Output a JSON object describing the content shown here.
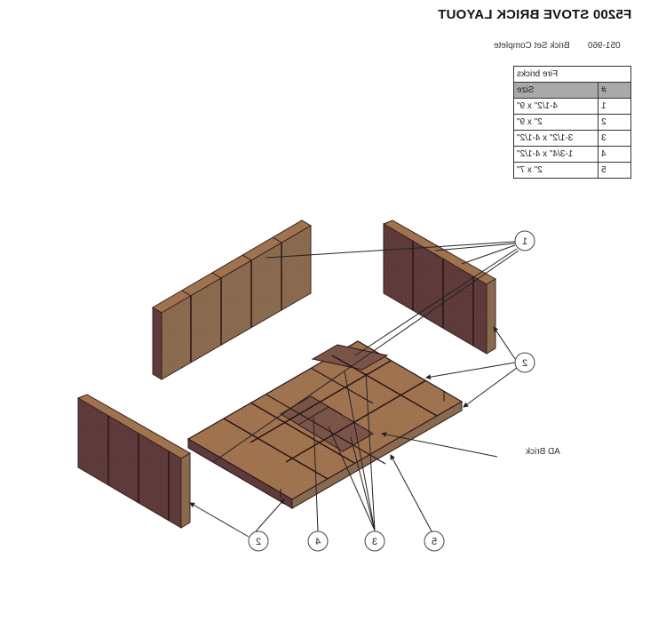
{
  "header": {
    "title": "F5200 STOVE BRICK LAYOUT",
    "part_number": "051-960",
    "part_description": "Brick Set Complete"
  },
  "table": {
    "caption": "Fire bricks",
    "columns": [
      "#",
      "Size"
    ],
    "rows": [
      {
        "num": "1",
        "size": "4-1/2\" x 9\""
      },
      {
        "num": "2",
        "size": "2\" x 9\""
      },
      {
        "num": "3",
        "size": "3-1/2\" x 4-1/2\""
      },
      {
        "num": "4",
        "size": "1-3/4\" x 4-1/2\""
      },
      {
        "num": "5",
        "size": "2\" x 7\""
      }
    ]
  },
  "callouts": {
    "c1": "1",
    "c2_right": "2",
    "c2_bottom": "2",
    "c4": "4",
    "c3": "3",
    "c5": "5",
    "ad_brick": "AD Brick"
  },
  "colors": {
    "brick_light": "#8a6a4f",
    "brick_tan": "#a0734f",
    "brick_dark": "#5e3a3a",
    "brick_edge": "#3a2020",
    "table_header": "#a9a9a9"
  },
  "layout": {
    "mirrored": true
  }
}
